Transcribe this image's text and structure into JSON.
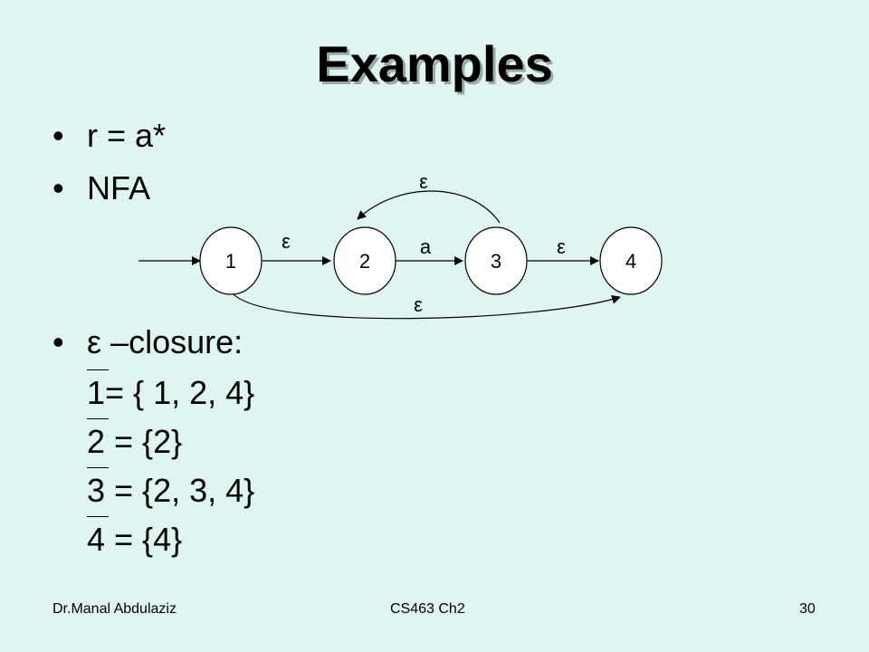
{
  "slide": {
    "title": "Examples",
    "bullets": [
      "r = a*",
      "NFA",
      "ε –closure:"
    ],
    "closures": [
      "1= { 1, 2, 4}",
      "2 = {2}",
      "3 = {2, 3, 4}",
      "4 = {4}"
    ]
  },
  "nfa": {
    "states": [
      "1",
      "2",
      "3",
      "4"
    ],
    "edge_labels": {
      "e12": "ε",
      "e23": "a",
      "e34": "ε",
      "e32": "ε",
      "e14": "ε"
    }
  },
  "footer": {
    "author": "Dr.Manal Abdulaziz",
    "course": "CS463 Ch2",
    "page": "30"
  }
}
